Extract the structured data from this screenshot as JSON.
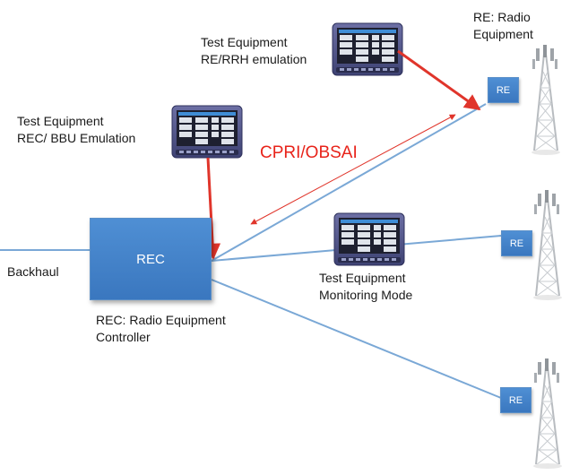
{
  "diagram": {
    "rec_box_label": "REC",
    "re_box_label": "RE",
    "protocol_label": "CPRI/OBSAI",
    "backhaul_label": "Backhaul",
    "rec_caption": [
      "REC: Radio Equipment",
      "Controller"
    ],
    "re_caption": [
      "RE: Radio",
      "Equipment"
    ],
    "test_rrh": [
      "Test Equipment",
      "RE/RRH emulation"
    ],
    "test_bbu": [
      "Test Equipment",
      "REC/ BBU Emulation"
    ],
    "test_monitor": [
      "Test Equipment",
      "Monitoring Mode"
    ]
  },
  "colors": {
    "link": "#7aa8d6",
    "emulation_arrow": "#e0352b",
    "protocol_text": "#e8231a",
    "box_fill": "#4a86cc"
  },
  "icons": [
    "test-device-icon",
    "cell-tower-icon"
  ]
}
